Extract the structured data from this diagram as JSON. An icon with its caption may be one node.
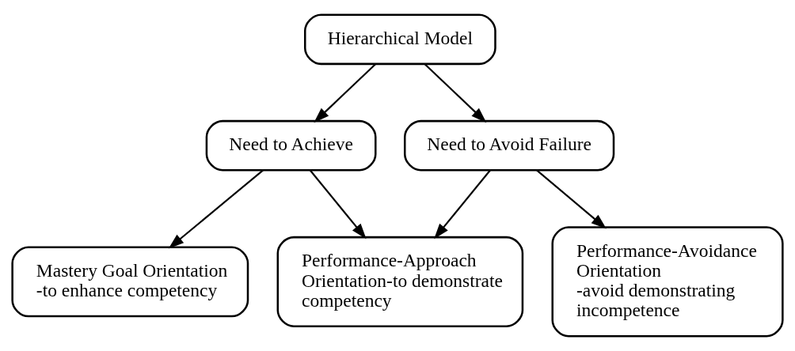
{
  "diagram": {
    "nodes": [
      {
        "text": [
          "Hierarchical Model"
        ]
      },
      {
        "text": [
          "Need to Achieve"
        ]
      },
      {
        "text": [
          "Need to Avoid Failure"
        ]
      },
      {
        "text": [
          "Mastery Goal Orientation",
          "-to enhance competency"
        ]
      },
      {
        "text": [
          "Performance-Approach Orientation-to demonstrate competency"
        ]
      },
      {
        "text": [
          "Performance-Avoidance Orientation",
          "-avoid demonstrating incompetence"
        ]
      }
    ],
    "edges": [
      {
        "from": 0,
        "to": 1,
        "arrow": "to"
      },
      {
        "from": 0,
        "to": 2,
        "arrow": "to"
      },
      {
        "from": 1,
        "to": 3,
        "arrow": "to"
      },
      {
        "from": 1,
        "to": 4,
        "arrow": "to"
      },
      {
        "from": 2,
        "to": 4,
        "arrow": "to"
      },
      {
        "from": 2,
        "to": 5,
        "arrow": "to"
      }
    ]
  }
}
